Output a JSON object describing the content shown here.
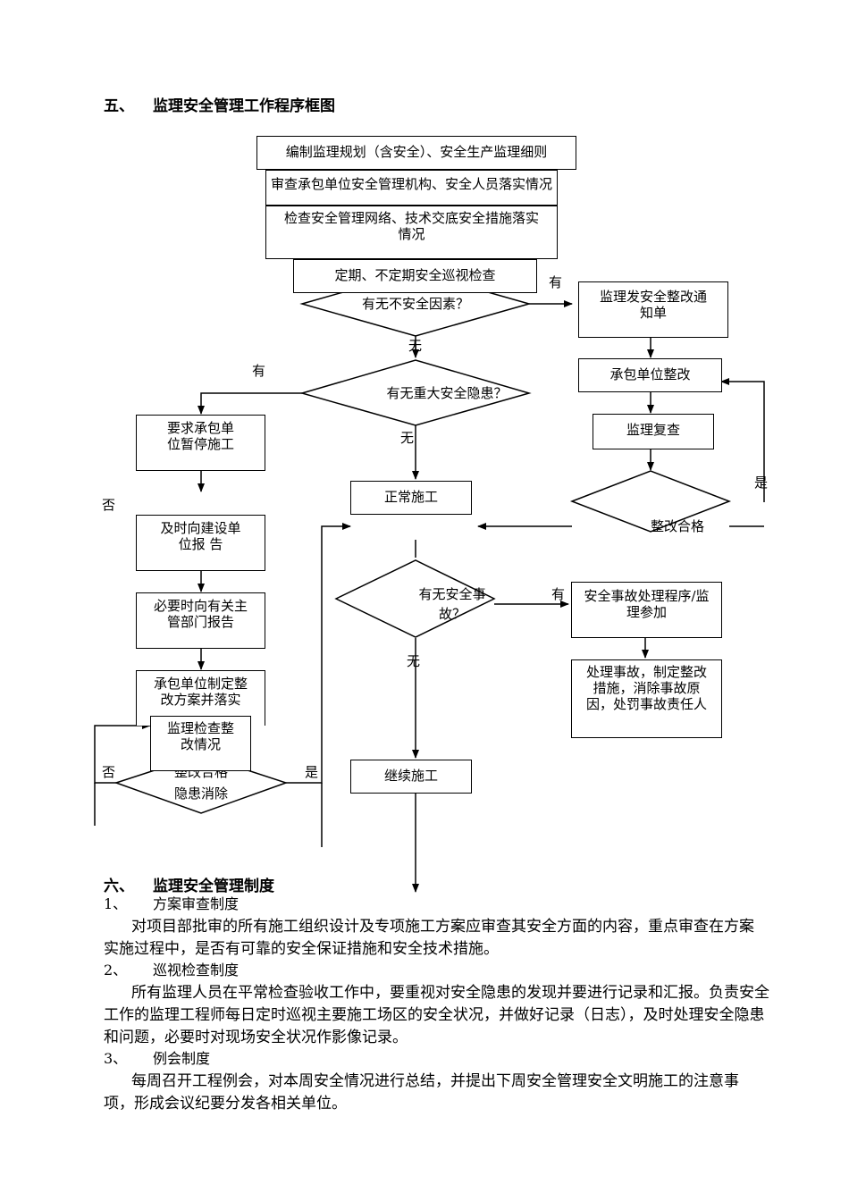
{
  "section5": {
    "num": "五、",
    "title": "监理安全管理工作程序框图"
  },
  "flow": {
    "b1": "编制监理规划（含安全）、安全生产监理细则",
    "b2": "审查承包单位安全管理机构、安全人员落实情况",
    "b3": "检查安全管理网络、技术交底安全措施落实情况",
    "b4": "定期、不定期安全巡视检查",
    "d1": "有无不安全因素？",
    "d2": "有无重大安全隐患？",
    "r1": "监理发安全整改通知单",
    "r2": "承包单位整改",
    "r3": "监理复查",
    "d_fix": "整改合格",
    "l1": "要求承包单位暂停施工",
    "l2": "及时向建设单位报 告",
    "l3": "必要时向有关主管部门报告",
    "l4": "承包单位制定整改方案并落实",
    "l5": "监理检查整改情况",
    "d_left_1": "整改合格",
    "d_left_2": "隐患消除",
    "c1": "正常施工",
    "d3": "有无安全事故？",
    "a1": "安全事故处理程序/监理参加",
    "a2": "处理事故，制定整改措施，消除事故原因，处罚事故责任人",
    "c2": "继续施工",
    "you": "有",
    "wu": "无",
    "shi": "是",
    "fou": "否"
  },
  "section6": {
    "num": "六、",
    "title": "监理安全管理制度",
    "items": [
      {
        "num": "1、",
        "title": "方案审查制度",
        "body": "对项目部批审的所有施工组织设计及专项施工方案应审查其安全方面的内容，重点审查在方案实施过程中，是否有可靠的安全保证措施和安全技术措施。"
      },
      {
        "num": "2、",
        "title": "巡视检查制度",
        "body": "所有监理人员在平常检查验收工作中，要重视对安全隐患的发现并要进行记录和汇报。负责安全工作的监理工程师每日定时巡视主要施工场区的安全状况，并做好记录（日志），及时处理安全隐患和问题，必要时对现场安全状况作影像记录。"
      },
      {
        "num": "3、",
        "title": "例会制度",
        "body": "每周召开工程例会，对本周安全情况进行总结，并提出下周安全管理安全文明施工的注意事项，形成会议纪要分发各相关单位。"
      }
    ]
  }
}
